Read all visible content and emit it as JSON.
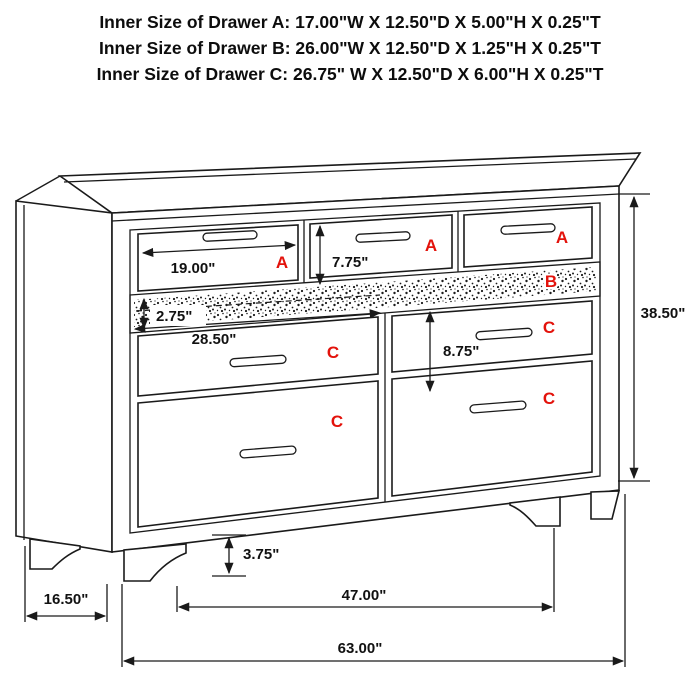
{
  "header": {
    "lines": [
      "Inner Size of Drawer A: 17.00\"W X 12.50\"D X 5.00\"H X 0.25\"T",
      "Inner Size of Drawer B: 26.00\"W X 12.50\"D X 1.25\"H X 0.25\"T",
      "Inner Size of Drawer C: 26.75\" W X 12.50\"D X 6.00\"H X 0.25\"T"
    ]
  },
  "diagram": {
    "drawer_labels": {
      "a1": "A",
      "a2": "A",
      "a3": "A",
      "b": "B",
      "c1": "C",
      "c2": "C",
      "c3": "C",
      "c4": "C"
    },
    "dimensions": {
      "drawer_a_width": "19.00\"",
      "drawer_a_front_height": "7.75\"",
      "drawer_b_front_height": "2.75\"",
      "drawer_c_width": "28.50\"",
      "drawer_c_front_height": "8.75\"",
      "overall_height": "38.50\"",
      "leg_height": "3.75\"",
      "side_depth": "16.50\"",
      "leg_span": "47.00\"",
      "overall_width": "63.00\""
    },
    "colors": {
      "label_red": "#e3120b",
      "line": "#1a1a1a",
      "background": "#ffffff"
    }
  }
}
